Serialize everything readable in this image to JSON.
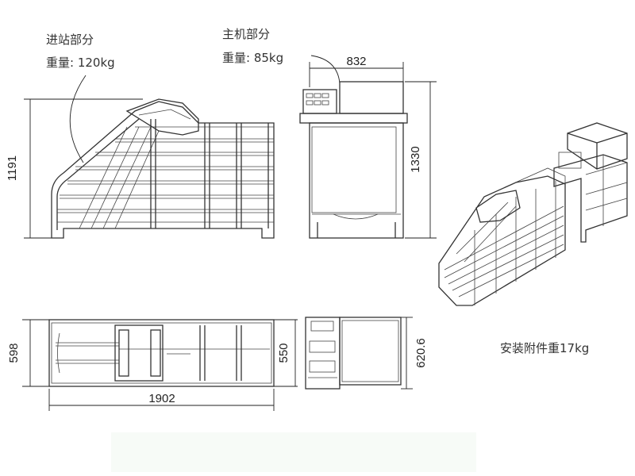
{
  "labels": {
    "entry_title": "进站部分",
    "entry_weight": "重量: 120kg",
    "host_title": "主机部分",
    "host_weight": "重量: 85kg",
    "accessory_weight": "安装附件重17kg"
  },
  "dimensions": {
    "side_height": "1191",
    "front_width": "832",
    "front_height": "1330",
    "top_width_left": "598",
    "top_length": "1902",
    "top_width_inner": "550",
    "top_width_right": "620.6"
  },
  "colors": {
    "line": "#333333",
    "footer_band": "#f7fbf7"
  }
}
